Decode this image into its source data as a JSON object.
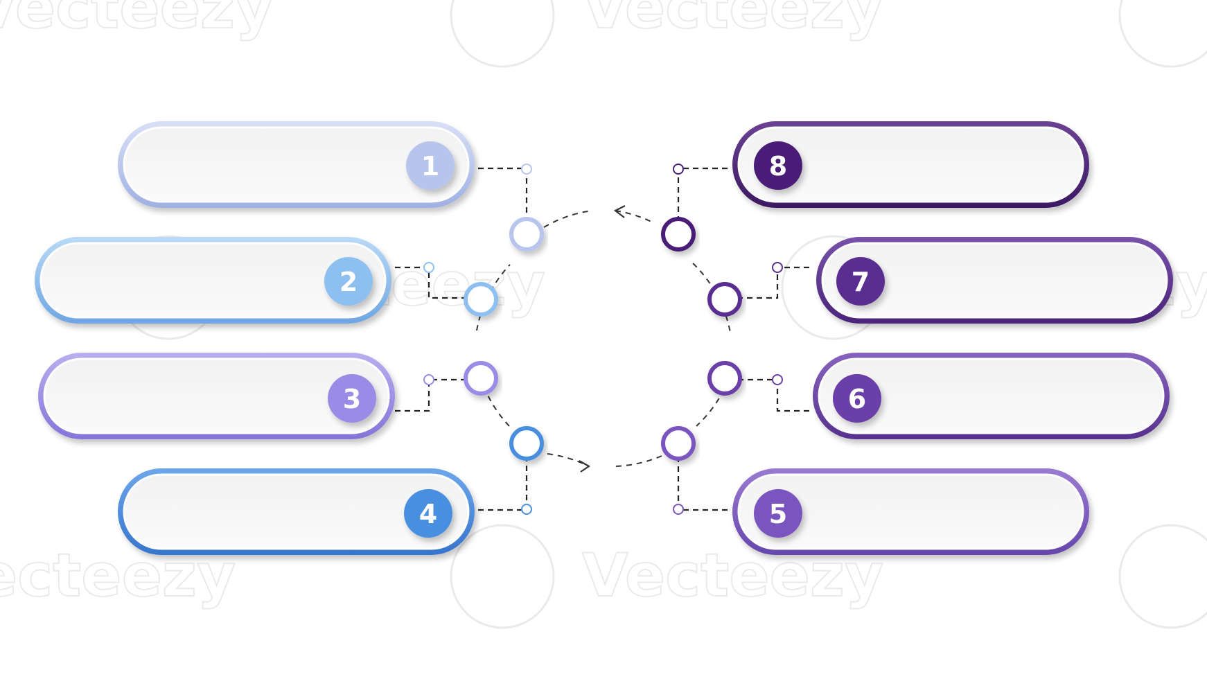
{
  "watermark": {
    "text": "Vecteezy"
  },
  "center": {
    "color": "#333333"
  },
  "steps": [
    {
      "number": "1",
      "side": "left",
      "color": "#b7c4ec",
      "colorLight": "#d8e0f7",
      "colorDark": "#9fb0e2",
      "text": ""
    },
    {
      "number": "2",
      "side": "left",
      "color": "#8dbff0",
      "colorLight": "#b9d9f6",
      "colorDark": "#6ea6e3",
      "text": ""
    },
    {
      "number": "3",
      "side": "left",
      "color": "#9a8be6",
      "colorLight": "#b9aef0",
      "colorDark": "#8474d8",
      "text": ""
    },
    {
      "number": "4",
      "side": "left",
      "color": "#4a8fe0",
      "colorLight": "#6ea6ea",
      "colorDark": "#3675cc",
      "text": ""
    },
    {
      "number": "5",
      "side": "right",
      "color": "#7a55bf",
      "colorLight": "#9a7bd2",
      "colorDark": "#6546ac",
      "text": ""
    },
    {
      "number": "6",
      "side": "right",
      "color": "#6a3fa8",
      "colorLight": "#8664bd",
      "colorDark": "#57318f",
      "text": ""
    },
    {
      "number": "7",
      "side": "right",
      "color": "#5a2e91",
      "colorLight": "#7752aa",
      "colorDark": "#4a2479",
      "text": ""
    },
    {
      "number": "8",
      "side": "right",
      "color": "#4a1f78",
      "colorLight": "#6a4194",
      "colorDark": "#3c1862",
      "text": ""
    }
  ]
}
